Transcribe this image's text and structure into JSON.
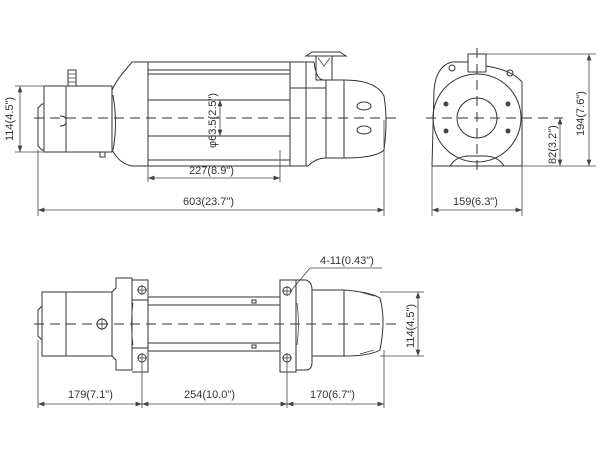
{
  "drawing": {
    "subject": "Winch dimensional drawing",
    "views": {
      "side_view": {
        "dimensions": {
          "motor_height": "114(4.5\")",
          "drum_diameter": "φ63.5(2.5\")",
          "drum_length": "227(8.9\")",
          "overall_length": "603(23.7\")"
        }
      },
      "end_view": {
        "dimensions": {
          "overall_height": "194(7.6\")",
          "centerline_height": "82(3.2\")",
          "width": "159(6.3\")"
        }
      },
      "top_view": {
        "dimensions": {
          "mounting_holes": "4-11(0.43\")",
          "gearbox_height": "114(4.5\")",
          "motor_offset": "179(7.1\")",
          "mount_spacing": "254(10.0\")",
          "gearbox_length": "170(6.7\")"
        }
      }
    },
    "footer_cutoff_text": ""
  },
  "colors": {
    "line": "#333333",
    "background": "#ffffff"
  }
}
